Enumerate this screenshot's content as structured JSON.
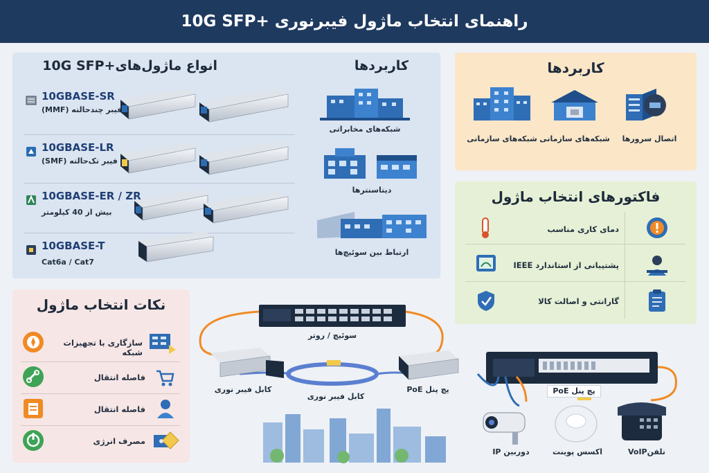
{
  "header": {
    "title": "راهنمای انتخاب ماژول فیبرنوری  +10G SFP"
  },
  "types": {
    "title": "انواع ماژول‌های+10G SFP",
    "apps_title": "کاربردها",
    "modules": [
      {
        "name": "10GBASE-SR",
        "sub": "فیبر چندحالته (MMF)"
      },
      {
        "name": "10GBASE-LR",
        "sub": "فیبر تک‌حالته (SMF)"
      },
      {
        "name": "10GBASE-ER / ZR",
        "sub": "بیش از 40 کیلومتر"
      },
      {
        "name": "10GBASE-T",
        "sub": "Cat6a / Cat7"
      }
    ],
    "apps": [
      "شبکه‌های مخابراتی",
      "دیتاسنترها",
      "ارتباط بین سوئیچ‌ها"
    ]
  },
  "apps_right": {
    "title": "کاربردها",
    "items": [
      "اتصال سرورها",
      "شبکه‌های سازمانی",
      "شبکه‌های سازمانی"
    ]
  },
  "factors": {
    "title": "فاکتورهای انتخاب ماژول",
    "items": [
      "دمای کاری مناسب",
      "پشتیبانی از استاندارد IEEE",
      "گارانتی و اصالت کالا"
    ]
  },
  "tips": {
    "title": "نکات انتخاب ماژول",
    "items": [
      "سازگاری با تجهیزات شبکه",
      "فاصله انتقال",
      "فاصله انتقال",
      "مصرف انرژی"
    ]
  },
  "diagram": {
    "switch_label": "سوئیچ / روتر",
    "fiber_cable_left": "کابل فیبر نوری",
    "fiber_cable_mid": "کابل فیبر نوری",
    "poe_patch": "پچ پنل PoE",
    "poe_patch_right": "پچ پنل PoE",
    "ip_camera": "دوربین IP",
    "access_point": "اکسس پوینت",
    "voip_phone": "تلفنVoIP"
  },
  "colors": {
    "header": "#1f3a5f",
    "accent_blue": "#1f3f74",
    "orange": "#f08a24"
  }
}
